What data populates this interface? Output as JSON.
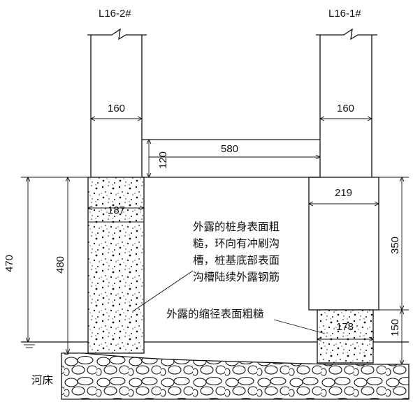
{
  "diagram": {
    "pile_left_label": "L16-2#",
    "pile_right_label": "L16-1#",
    "dims": {
      "left_width": "160",
      "right_width": "160",
      "beam_height": "120",
      "beam_span": "580",
      "left_reduced": "187",
      "right_exposed": "219",
      "right_reduced": "178",
      "left_outer_470": "470",
      "left_inner_480": "480",
      "right_350": "350",
      "right_150": "150"
    },
    "notes": {
      "pile_surface_lines": [
        "外露的桩身表面粗",
        "糙，环向有冲刷沟",
        "槽，桩基底部表面",
        "沟槽陆续外露钢筋"
      ],
      "neck_surface": "外露的缩径表面粗糙"
    },
    "riverbed_label": "河床"
  }
}
